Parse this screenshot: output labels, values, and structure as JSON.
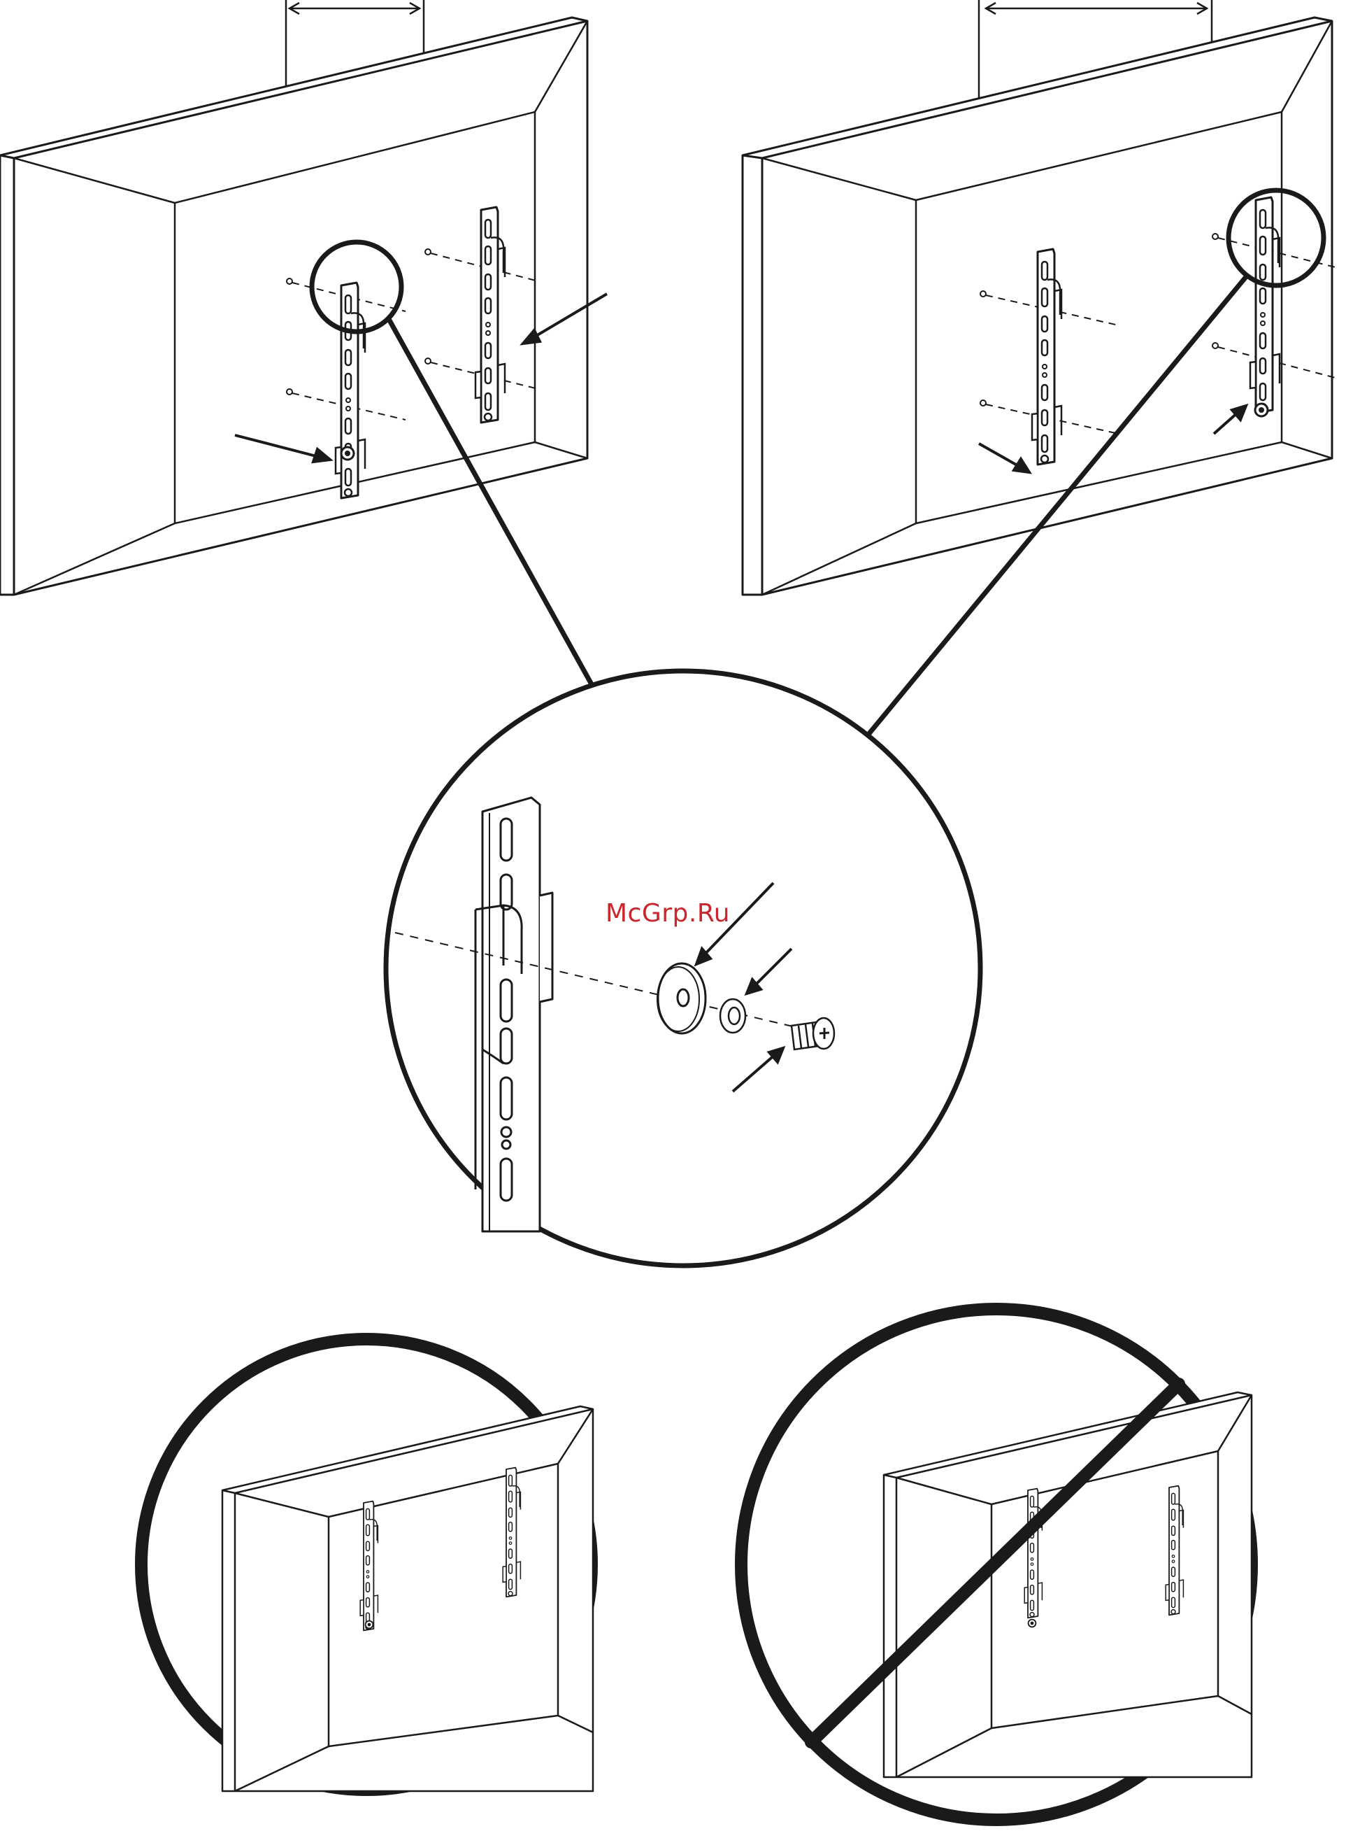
{
  "watermark": {
    "text": "McGrp.Ru",
    "color": "#c8272d"
  },
  "colors": {
    "line": "#1a1a1a",
    "background": "#ffffff"
  },
  "panels": [
    {
      "id": "tv-left",
      "type": "tv-rear-with-brackets"
    },
    {
      "id": "tv-right",
      "type": "tv-rear-with-brackets"
    },
    {
      "id": "detail-zoom",
      "type": "hardware-detail",
      "parts": [
        "bracket",
        "washer",
        "lock-washer",
        "screw"
      ]
    },
    {
      "id": "correct-mount",
      "type": "correct-example"
    },
    {
      "id": "incorrect-mount",
      "type": "incorrect-example",
      "icon": "prohibited-slash"
    }
  ]
}
